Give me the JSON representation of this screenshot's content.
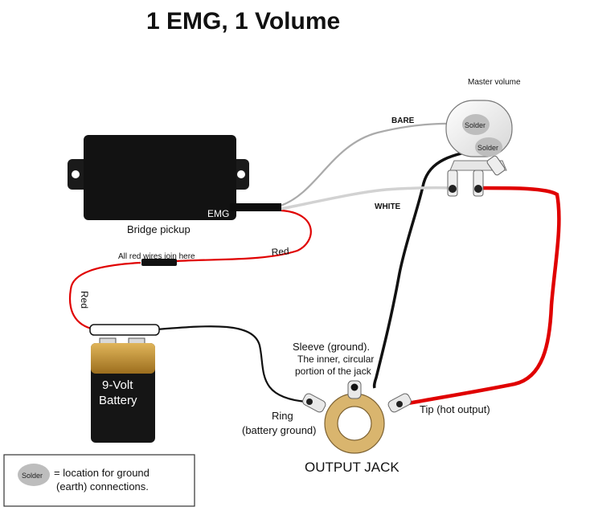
{
  "title": "1 EMG, 1 Volume",
  "pickup": {
    "logo": "EMG",
    "label": "Bridge pickup"
  },
  "pot": {
    "label": "Master volume",
    "solder_top": "Solder",
    "solder_lug": "Solder"
  },
  "wires": {
    "bare": "BARE",
    "white": "WHITE",
    "red_top": "Red",
    "red_left": "Red",
    "join_note": "All red wires join here"
  },
  "battery": {
    "line1": "9-Volt",
    "line2": "Battery"
  },
  "jack": {
    "label": "OUTPUT JACK",
    "sleeve_title": "Sleeve (ground).",
    "sleeve_line2": "The inner, circular",
    "sleeve_line3": "portion of the jack",
    "ring_line1": "Ring",
    "ring_line2": "(battery ground)",
    "tip": "Tip (hot output)"
  },
  "legend": {
    "solder": "Solder",
    "line1": "= location for ground",
    "line2": "(earth) connections."
  },
  "colors": {
    "red_wire": "#e00000",
    "black_wire": "#111111",
    "white_wire": "#d8d8d8",
    "jack_ring": "#d9b56e",
    "battery_top": "#c99a3a",
    "solder": "#c8c8c8"
  }
}
